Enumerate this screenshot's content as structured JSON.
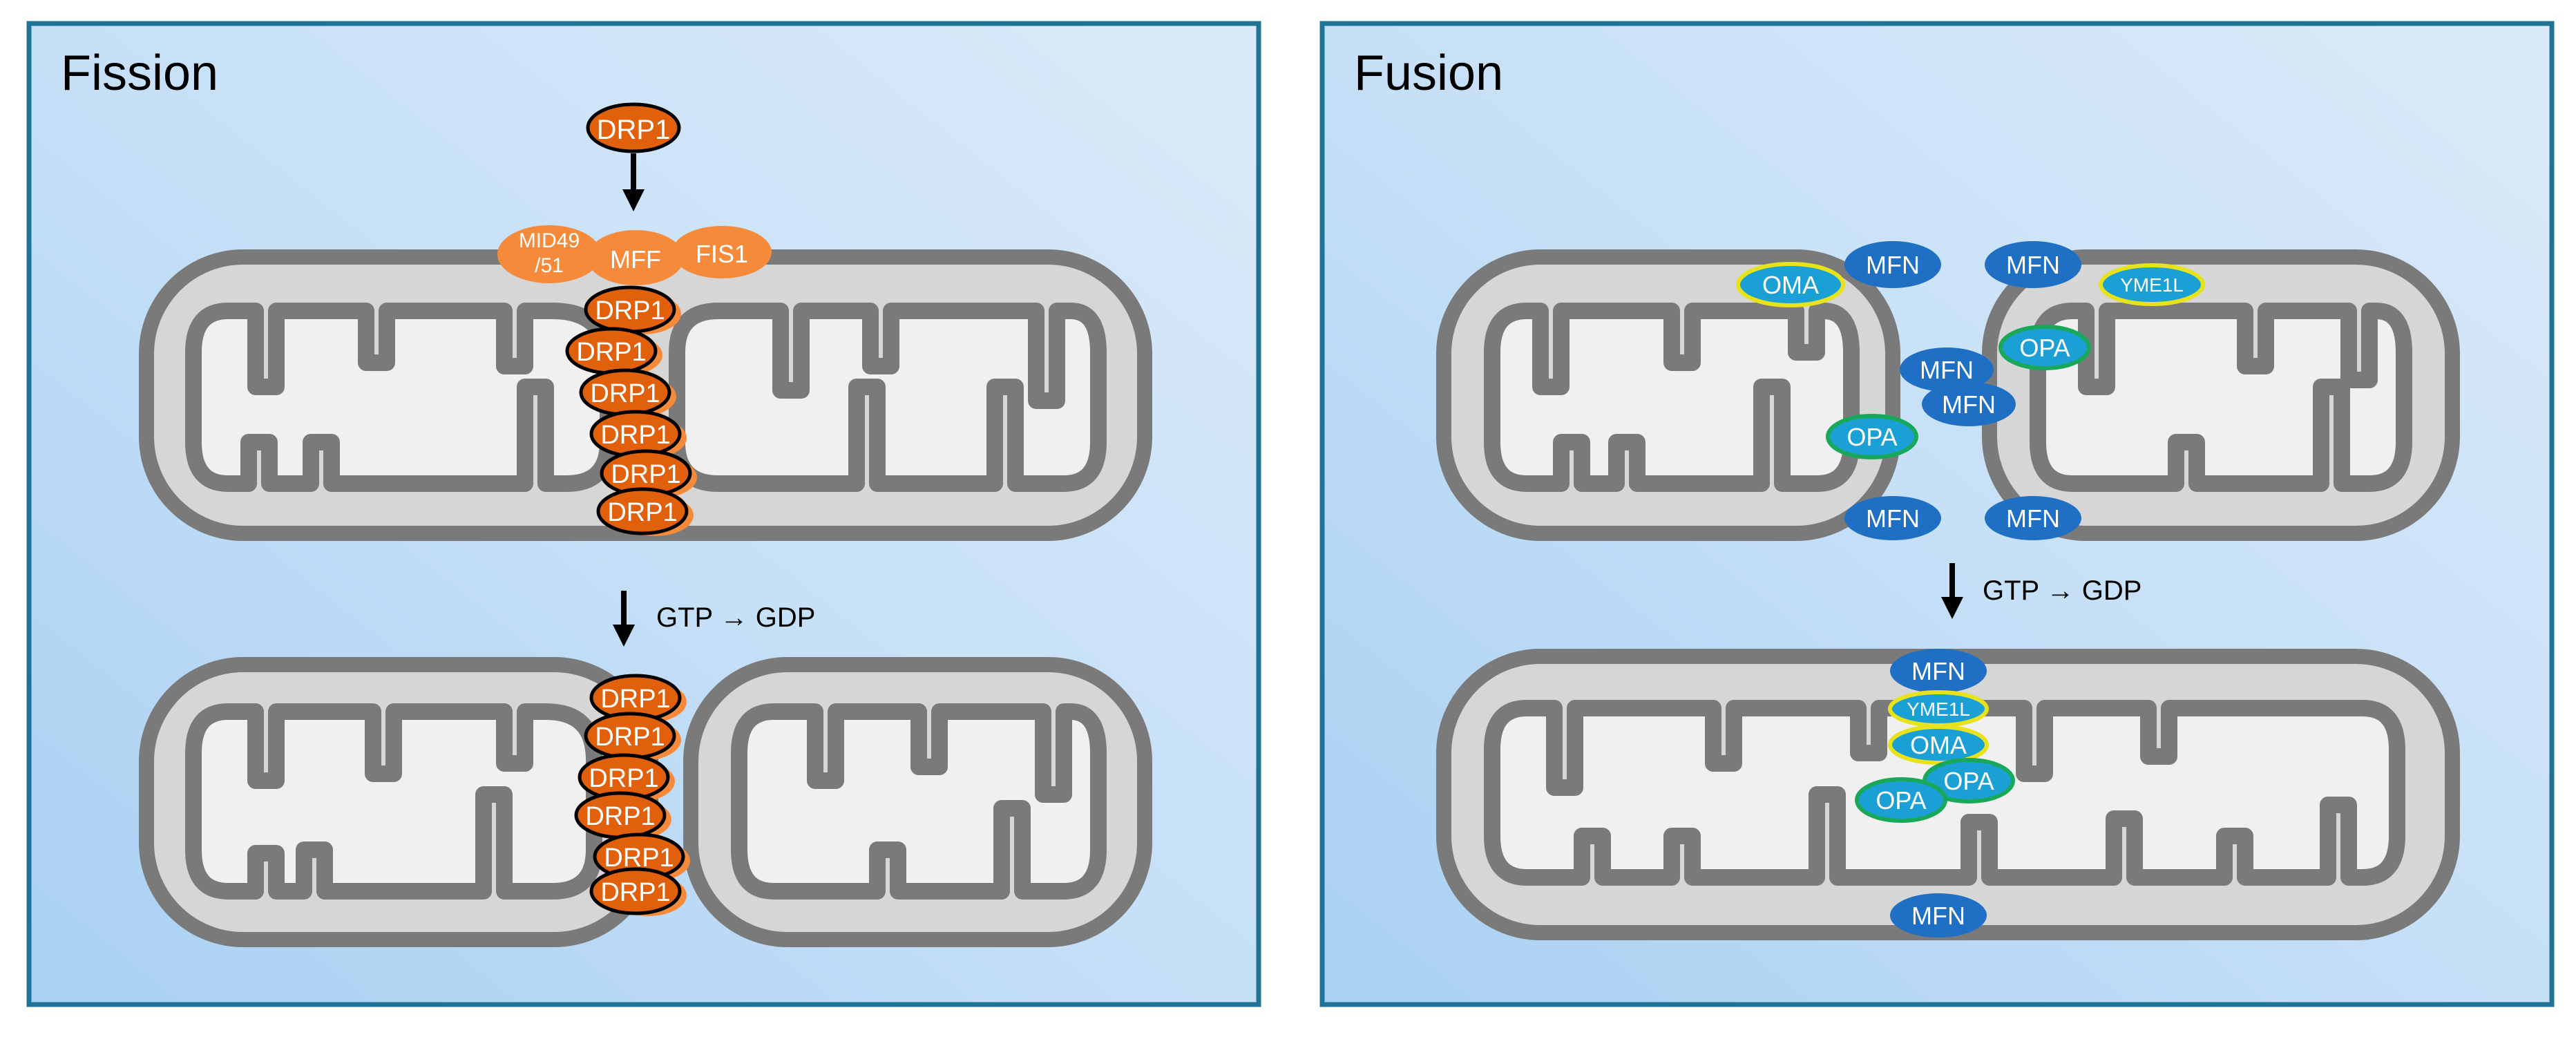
{
  "panels": {
    "fission": {
      "title": "Fission",
      "reaction": "GTP → GDP",
      "adaptors": {
        "mid49_line1": "MID49",
        "mid49_line2": "/51",
        "mff": "MFF",
        "fis1": "FIS1"
      },
      "drp1": "DRP1"
    },
    "fusion": {
      "title": "Fusion",
      "reaction": "GTP → GDP",
      "mfn": "MFN",
      "oma": "OMA",
      "opa": "OPA",
      "yme1l": "YME1L"
    }
  },
  "colors": {
    "panel_border": "#1f7396",
    "panel_fill": "#c2dcf4",
    "membrane": "#7a7a7a",
    "matrix": "#f0f0f0",
    "intermembrane": "#d6d6d6",
    "drp1": "#e0600c",
    "adaptor": "#f58a3a",
    "mfn": "#1f6fc4",
    "opa": "#1aa0d4",
    "opa_ring": "#19a85a",
    "yme1l_ring": "#e8e21a"
  }
}
